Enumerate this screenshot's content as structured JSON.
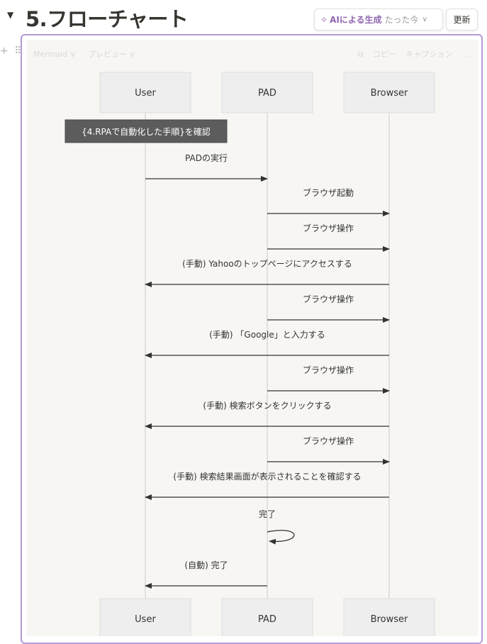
{
  "heading": {
    "toggle_icon": "▼",
    "title": "5.フローチャート"
  },
  "ai_badge": {
    "icon": "✧",
    "label": "AIによる生成",
    "time": "たった今",
    "chevron": "∨"
  },
  "refresh_label": "更新",
  "gutter": {
    "add_icon": "+",
    "drag_icon": "⠿"
  },
  "code_toolbar": {
    "language": "Mermaid ∨",
    "view_mode": "プレビュー ∨",
    "copy_label": "コピー",
    "caption_label": "キャプション",
    "more_label": "…"
  },
  "colors": {
    "accent": "#b59ad8",
    "ai_purple": "#9065b0",
    "actor_fill": "#eeeeee",
    "note_fill": "#5c5c5c",
    "arrow": "#333333"
  },
  "diagram": {
    "participants": [
      "User",
      "PAD",
      "Browser"
    ],
    "note": "{4.RPAで自動化した手順}を確認",
    "messages": [
      {
        "from": "User",
        "to": "PAD",
        "text": "PADの実行"
      },
      {
        "from": "PAD",
        "to": "Browser",
        "text": "ブラウザ起動"
      },
      {
        "from": "PAD",
        "to": "Browser",
        "text": "ブラウザ操作"
      },
      {
        "from": "Browser",
        "to": "User",
        "text": "(手動) Yahooのトップページにアクセスする"
      },
      {
        "from": "PAD",
        "to": "Browser",
        "text": "ブラウザ操作"
      },
      {
        "from": "Browser",
        "to": "User",
        "text": "(手動) 「Google」と入力する"
      },
      {
        "from": "PAD",
        "to": "Browser",
        "text": "ブラウザ操作"
      },
      {
        "from": "Browser",
        "to": "User",
        "text": "(手動) 検索ボタンをクリックする"
      },
      {
        "from": "PAD",
        "to": "Browser",
        "text": "ブラウザ操作"
      },
      {
        "from": "Browser",
        "to": "User",
        "text": "(手動) 検索結果画面が表示されることを確認する"
      },
      {
        "from": "PAD",
        "to": "PAD",
        "text": "完了"
      },
      {
        "from": "PAD",
        "to": "User",
        "text": "(自動) 完了"
      }
    ]
  }
}
